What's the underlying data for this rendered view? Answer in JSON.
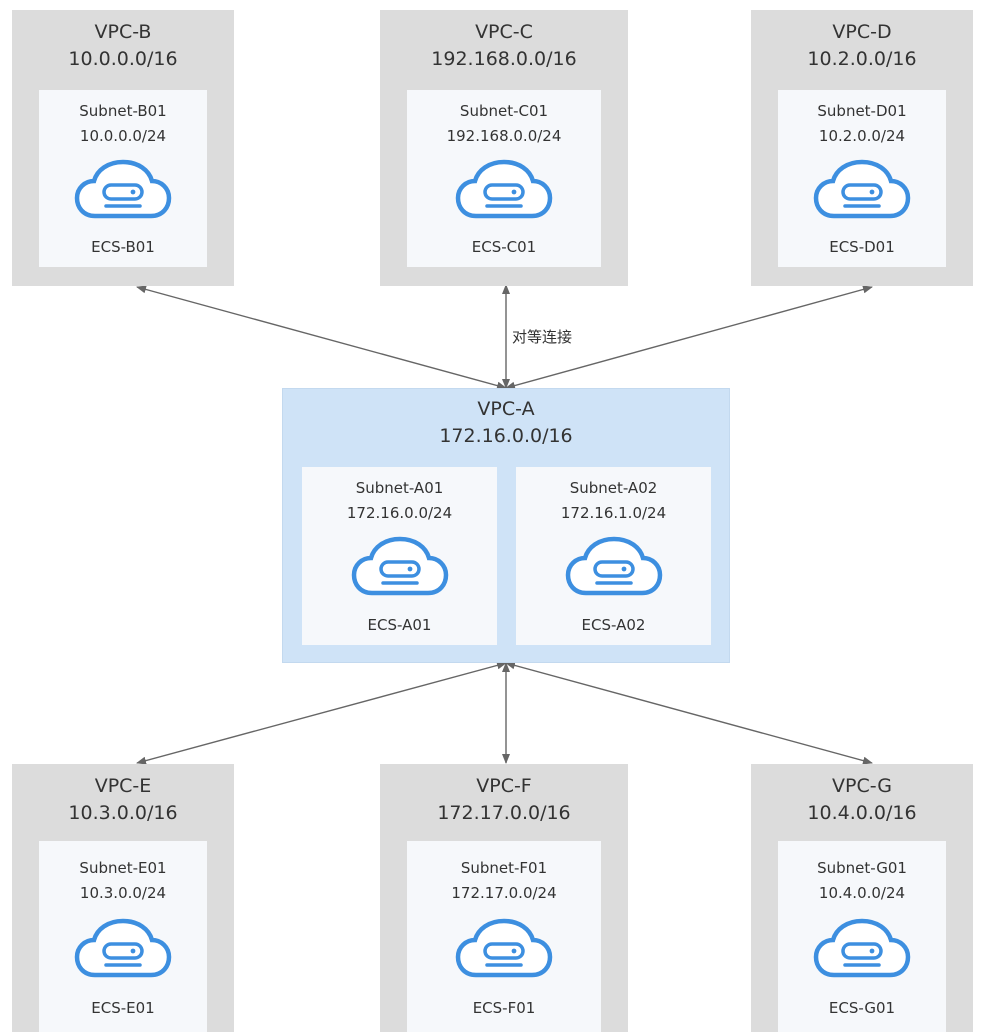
{
  "colors": {
    "vpc_bg": "#dcdcdc",
    "center_vpc_bg": "#cfe3f7",
    "subnet_bg": "#f6f8fb",
    "cloud_stroke": "#3d8fe0",
    "line": "#666666"
  },
  "peering_label": "对等连接",
  "vpcs": {
    "b": {
      "name": "VPC-B",
      "cidr": "10.0.0.0/16",
      "subnets": [
        {
          "name": "Subnet-B01",
          "cidr": "10.0.0.0/24",
          "ecs": "ECS-B01",
          "icon": "cloud-server-icon"
        }
      ]
    },
    "c": {
      "name": "VPC-C",
      "cidr": "192.168.0.0/16",
      "subnets": [
        {
          "name": "Subnet-C01",
          "cidr": "192.168.0.0/24",
          "ecs": "ECS-C01",
          "icon": "cloud-server-icon"
        }
      ]
    },
    "d": {
      "name": "VPC-D",
      "cidr": "10.2.0.0/16",
      "subnets": [
        {
          "name": "Subnet-D01",
          "cidr": "10.2.0.0/24",
          "ecs": "ECS-D01",
          "icon": "cloud-server-icon"
        }
      ]
    },
    "a": {
      "name": "VPC-A",
      "cidr": "172.16.0.0/16",
      "subnets": [
        {
          "name": "Subnet-A01",
          "cidr": "172.16.0.0/24",
          "ecs": "ECS-A01",
          "icon": "cloud-server-icon"
        },
        {
          "name": "Subnet-A02",
          "cidr": "172.16.1.0/24",
          "ecs": "ECS-A02",
          "icon": "cloud-server-icon"
        }
      ]
    },
    "e": {
      "name": "VPC-E",
      "cidr": "10.3.0.0/16",
      "subnets": [
        {
          "name": "Subnet-E01",
          "cidr": "10.3.0.0/24",
          "ecs": "ECS-E01",
          "icon": "cloud-server-icon"
        }
      ]
    },
    "f": {
      "name": "VPC-F",
      "cidr": "172.17.0.0/16",
      "subnets": [
        {
          "name": "Subnet-F01",
          "cidr": "172.17.0.0/24",
          "ecs": "ECS-F01",
          "icon": "cloud-server-icon"
        }
      ]
    },
    "g": {
      "name": "VPC-G",
      "cidr": "10.4.0.0/16",
      "subnets": [
        {
          "name": "Subnet-G01",
          "cidr": "10.4.0.0/24",
          "ecs": "ECS-G01",
          "icon": "cloud-server-icon"
        }
      ]
    }
  }
}
